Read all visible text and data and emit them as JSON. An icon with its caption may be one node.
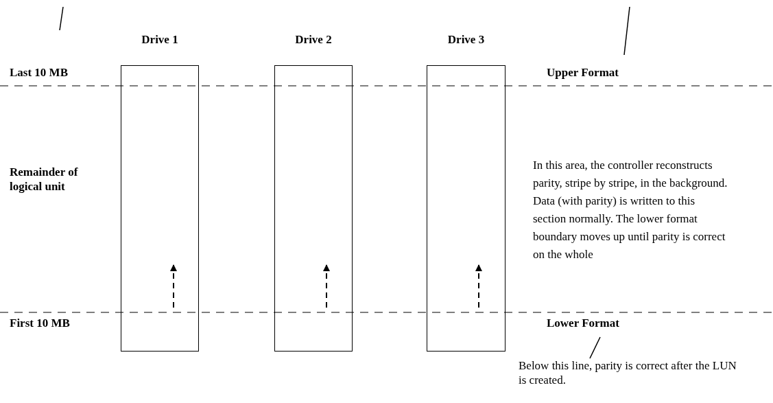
{
  "diagram": {
    "nodes": [
      {
        "text": [
          "Drive 1"
        ]
      },
      {
        "text": [
          "Drive 2"
        ]
      },
      {
        "text": [
          "Drive 3"
        ]
      },
      {
        "text": [
          "Below this line, parity is correct after the LUN is created."
        ]
      },
      {
        "text": [
          "Lower Format"
        ]
      }
    ],
    "edges": [
      {
        "from": 3,
        "to": 4,
        "arrow": "none"
      }
    ],
    "labels": [
      "Last 10 MB",
      "Upper Format",
      "Remainder of logical unit",
      "In this area, the controller reconstructs parity, stripe by stripe, in the background. Data (with parity) is written to this section normally. The lower format boundary moves up until parity is correct on the whole",
      "First 10 MB"
    ]
  }
}
